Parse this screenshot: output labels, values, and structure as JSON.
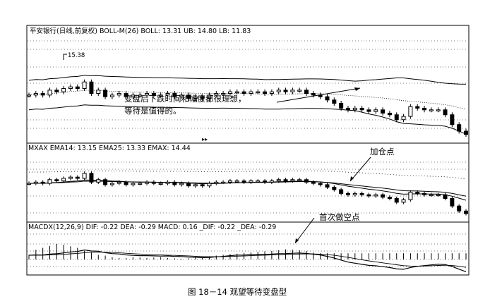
{
  "panels": {
    "boll": {
      "label": "平安银行(日线,前复权) BOLL-M(26) BOLL: 13.31 UB: 14.80 LB: 11.83",
      "high_marker": "15.38",
      "annotation_lines": [
        "变盘后下跌时间和幅度都很理想，",
        "等待是值得的。"
      ]
    },
    "ema": {
      "label": "MXAX  EMA14: 13.15  EMA25: 13.33  EMAX: 14.44",
      "annotation": "加仓点"
    },
    "macd": {
      "label": "MACDX(12,26,9) DIF: -0.22 DEA: -0.29 MACD: 0.16 _DIF: -0.22 _DEA: -0.29",
      "annotation": "首次做空点"
    }
  },
  "caption": "图 18－14   观望等待变盘型",
  "colors": {
    "candle": "#000000",
    "line": "#000000",
    "frame": "#000000",
    "grid": "#555555"
  },
  "chart_data": {
    "type": "candlestick",
    "x": {
      "count": 64
    },
    "price_candles_close": [
      13.1,
      13.2,
      13.1,
      13.4,
      13.3,
      13.5,
      13.6,
      13.5,
      13.9,
      13.2,
      13.4,
      13.0,
      13.1,
      13.2,
      13.0,
      13.1,
      13.1,
      13.2,
      13.1,
      13.1,
      13.2,
      13.0,
      13.1,
      12.9,
      13.0,
      12.9,
      13.1,
      13.2,
      13.2,
      13.3,
      13.3,
      13.2,
      13.3,
      13.3,
      13.2,
      13.3,
      13.4,
      13.3,
      13.4,
      13.4,
      13.2,
      13.1,
      13.0,
      12.8,
      12.6,
      12.3,
      12.2,
      12.3,
      12.2,
      12.1,
      12.2,
      12.0,
      11.9,
      11.6,
      11.8,
      12.4,
      12.3,
      12.2,
      12.2,
      12.2,
      11.9,
      11.3,
      10.9,
      10.7
    ],
    "boll": {
      "upper_series": "UB",
      "middle_series": "BOLL",
      "lower_series": "LB",
      "last": {
        "BOLL": 13.31,
        "UB": 14.8,
        "LB": 11.83
      }
    },
    "ema": {
      "last": {
        "EMA14": 13.15,
        "EMA25": 13.33,
        "EMAX": 14.44
      }
    },
    "macd": {
      "params": [
        12,
        26,
        9
      ],
      "last": {
        "DIF": -0.22,
        "DEA": -0.29,
        "MACD": 0.16
      },
      "hist": [
        0.12,
        0.25,
        0.3,
        0.35,
        0.4,
        0.38,
        0.34,
        0.3,
        0.22,
        0.18,
        0.12,
        0.1,
        0.06,
        0.04,
        0.04,
        0.06,
        0.05,
        0.04,
        0.05,
        0.06,
        0.04,
        0.03,
        0.02,
        0.03,
        0.05,
        0.06,
        0.08,
        0.1,
        0.12,
        0.14,
        0.15,
        0.17,
        0.18,
        0.2,
        0.21,
        0.22,
        0.24,
        0.26,
        0.25,
        0.24,
        0.22,
        0.18,
        0.16,
        0.16,
        0.16,
        0.16,
        0.16,
        0.16,
        0.16,
        0.16,
        0.16,
        0.16,
        0.16,
        0.16,
        0.16,
        0.16,
        0.16,
        0.16,
        0.16,
        0.16,
        0.16,
        0.16,
        0.16,
        0.16
      ]
    }
  }
}
